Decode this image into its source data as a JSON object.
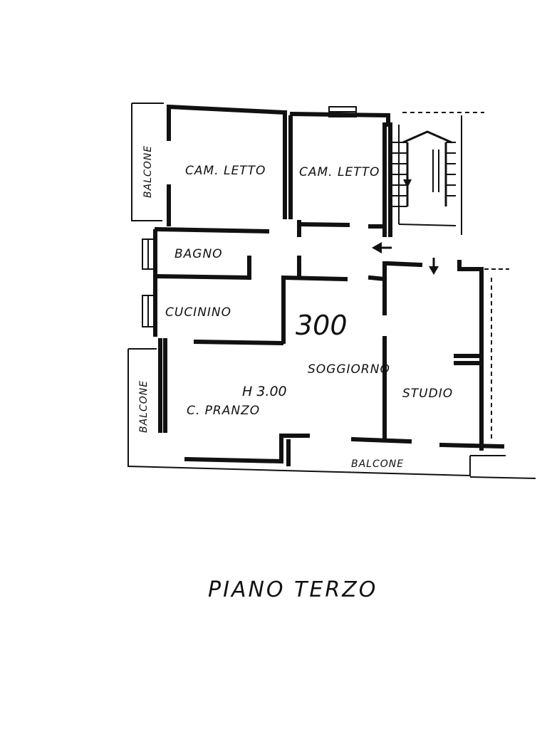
{
  "plan": {
    "rooms": {
      "camera_1": "CAM. LETTO",
      "camera_2": "CAM. LETTO",
      "bagno": "BAGNO",
      "cucinino": "CUCININO",
      "pranzo": "C. PRANZO",
      "soggiorno": "SOGGIORNO",
      "studio": "STUDIO"
    },
    "balconi": {
      "left_top": "BALCONE",
      "left_bottom": "BALCONE",
      "bottom": "BALCONE"
    },
    "height_label": "H 3.00",
    "handwritten_note": "300"
  },
  "title": "PIANO TERZO",
  "icons": {
    "stairs": "stairs-icon",
    "entry_arrow": "arrow-left-icon",
    "down_arrow": "arrow-down-icon"
  }
}
